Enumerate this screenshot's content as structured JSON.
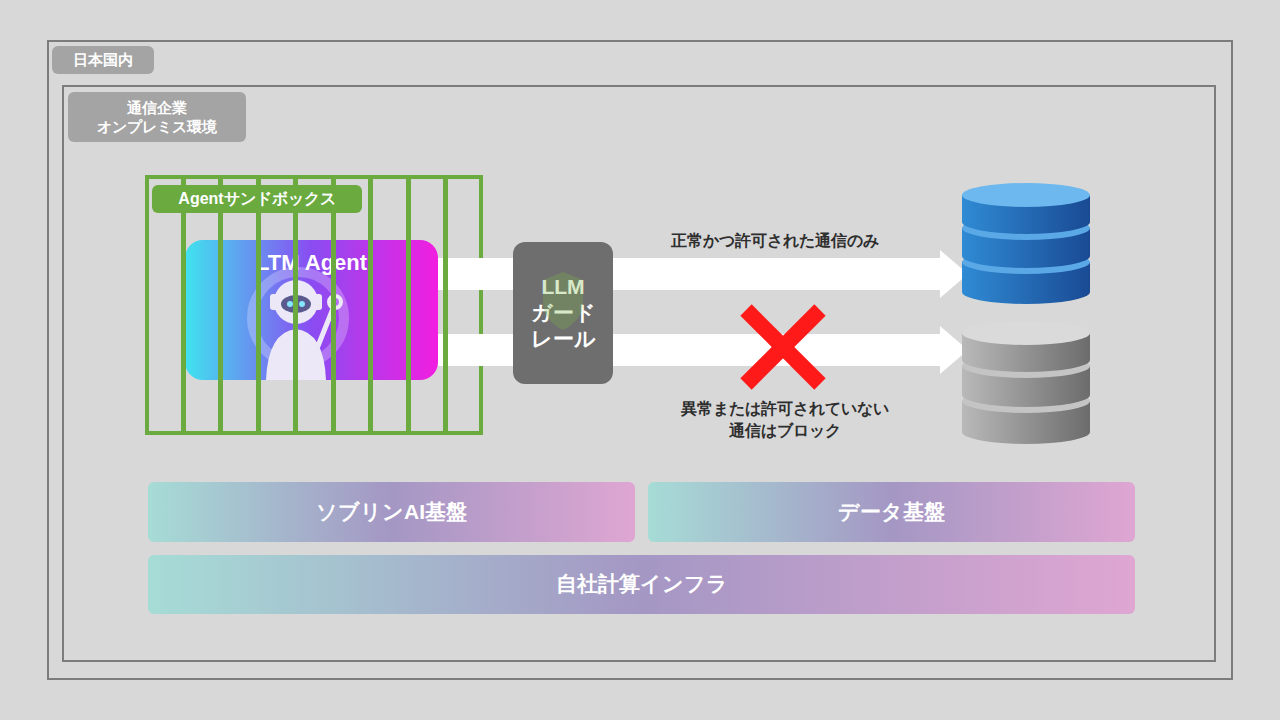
{
  "diagram": {
    "nodes": [
      {
        "text": [
          "日本国内"
        ]
      },
      {
        "text": [
          "通信企業 オンプレミス環境"
        ],
        "in": 0
      },
      {
        "text": [
          "Agentサンドボックス"
        ],
        "in": 1
      },
      {
        "text": [
          "LTM Agent"
        ],
        "in": 2
      },
      {
        "text": [
          "LLM ガードレール"
        ],
        "in": 1
      },
      {
        "text": [
          "ソブリンAI基盤"
        ],
        "in": 1
      },
      {
        "text": [
          "データ基盤"
        ],
        "in": 1
      },
      {
        "text": [
          "自社計算インフラ"
        ],
        "in": 1
      }
    ],
    "edges": [
      {
        "from": 3,
        "to": 4,
        "arrow": "none"
      },
      {
        "from": 3,
        "to": 4,
        "arrow": "none"
      }
    ],
    "labels": [
      "正常かつ許可された通信のみ",
      "異常または許可されていない 通信はブロック"
    ]
  }
}
